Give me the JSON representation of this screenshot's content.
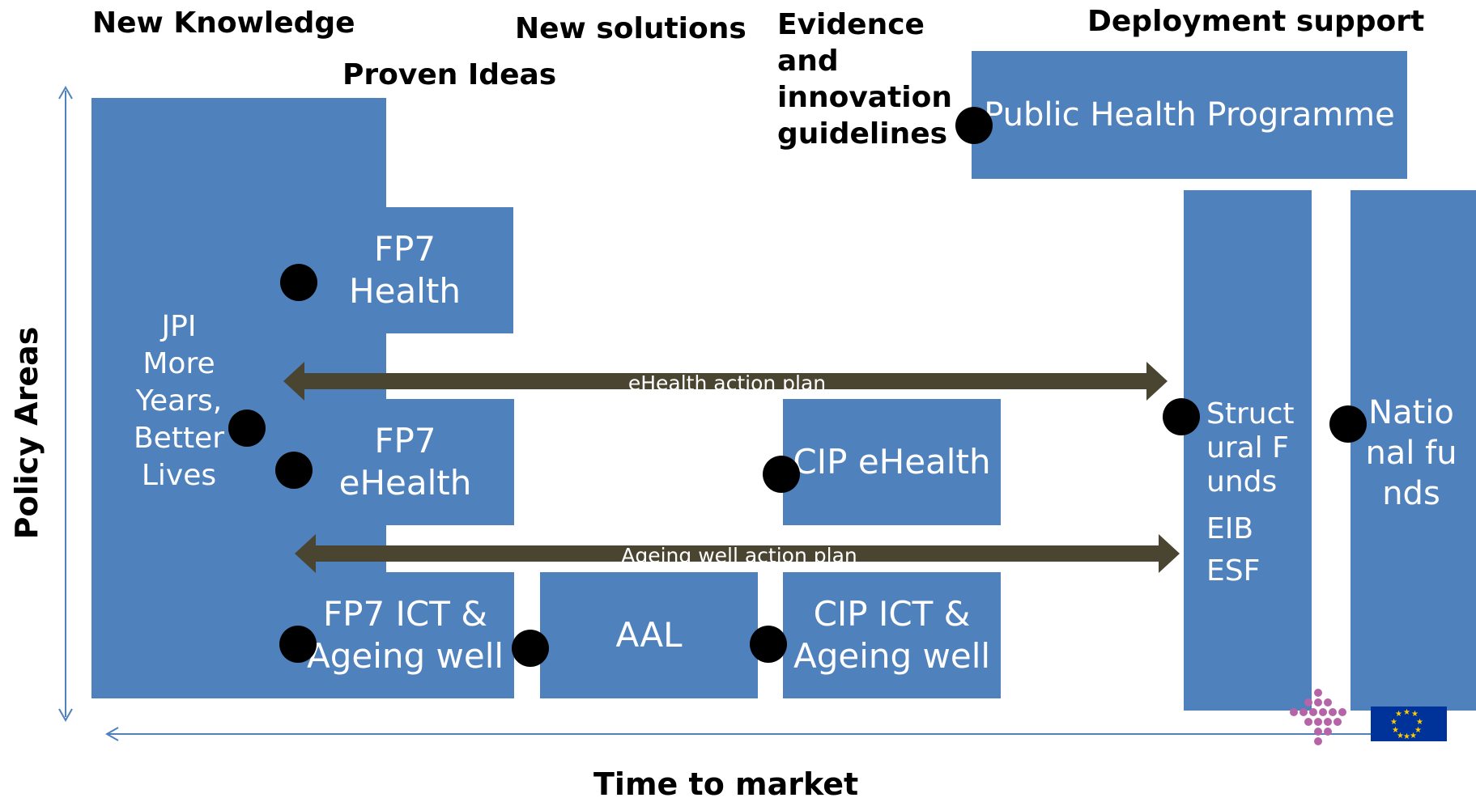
{
  "headers": {
    "new_knowledge": "New Knowledge",
    "proven_ideas": "Proven Ideas",
    "new_solutions": "New solutions",
    "evidence": "Evidence\nand\ninnovation\nguidelines",
    "deployment_support": "Deployment support"
  },
  "axes": {
    "y_label": "Policy Areas",
    "x_label": "Time to market"
  },
  "boxes": {
    "jpi": "JPI\nMore\nYears,\nBetter\nLives",
    "fp7_health": "FP7\nHealth",
    "fp7_ehealth": "FP7\neHealth",
    "fp7_ict": "FP7 ICT &\nAgeing well",
    "aal": "AAL",
    "cip_ehealth": "CIP eHealth",
    "cip_ict": "CIP ICT &\nAgeing well",
    "public_health": "Public Health Programme",
    "structural_funds": "Structural Funds",
    "eib": "EIB",
    "esf": "ESF",
    "national_funds": "National funds"
  },
  "action_plans": {
    "ehealth": "eHealth action plan",
    "ageing_well": "Ageing well action plan"
  },
  "colors": {
    "box": "#4f81bd",
    "arrow": "#4a4530",
    "axis": "#4f81bd",
    "logo_dots": "#b565a7",
    "eu_flag": "#003399",
    "eu_stars": "#ffcc00"
  },
  "icons": {
    "program_logo": "dotted-cross-logo",
    "eu_flag": "eu-flag-icon"
  }
}
